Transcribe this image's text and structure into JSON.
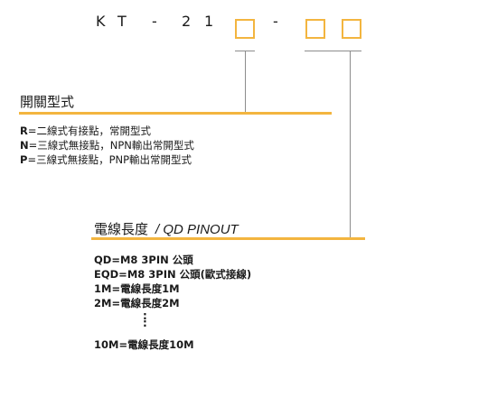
{
  "model_code": {
    "chars": [
      "K",
      "T",
      "-",
      "2",
      "1",
      "-"
    ]
  },
  "switch_type": {
    "title": "開關型式",
    "items": [
      {
        "key": "R",
        "desc": "=二線式有接點，常開型式"
      },
      {
        "key": "N",
        "desc": "=三線式無接點，NPN輸出常開型式"
      },
      {
        "key": "P",
        "desc": "=三線式無接點，PNP輸出常開型式"
      }
    ]
  },
  "cable": {
    "title": "電線長度",
    "title_en": "/ QD PINOUT",
    "items": [
      {
        "text": "QD=M8 3PIN 公頭"
      },
      {
        "text": "EQD=M8 3PIN 公頭(歐式接線)"
      },
      {
        "text": "1M=電線長度1M"
      },
      {
        "text": "2M=電線長度2M"
      },
      {
        "text": "10M=電線長度10M"
      }
    ],
    "ellipsis": ":"
  },
  "colors": {
    "accent": "#f3b53f",
    "connector": "#8c8c8c",
    "text": "#1a1a1a"
  }
}
